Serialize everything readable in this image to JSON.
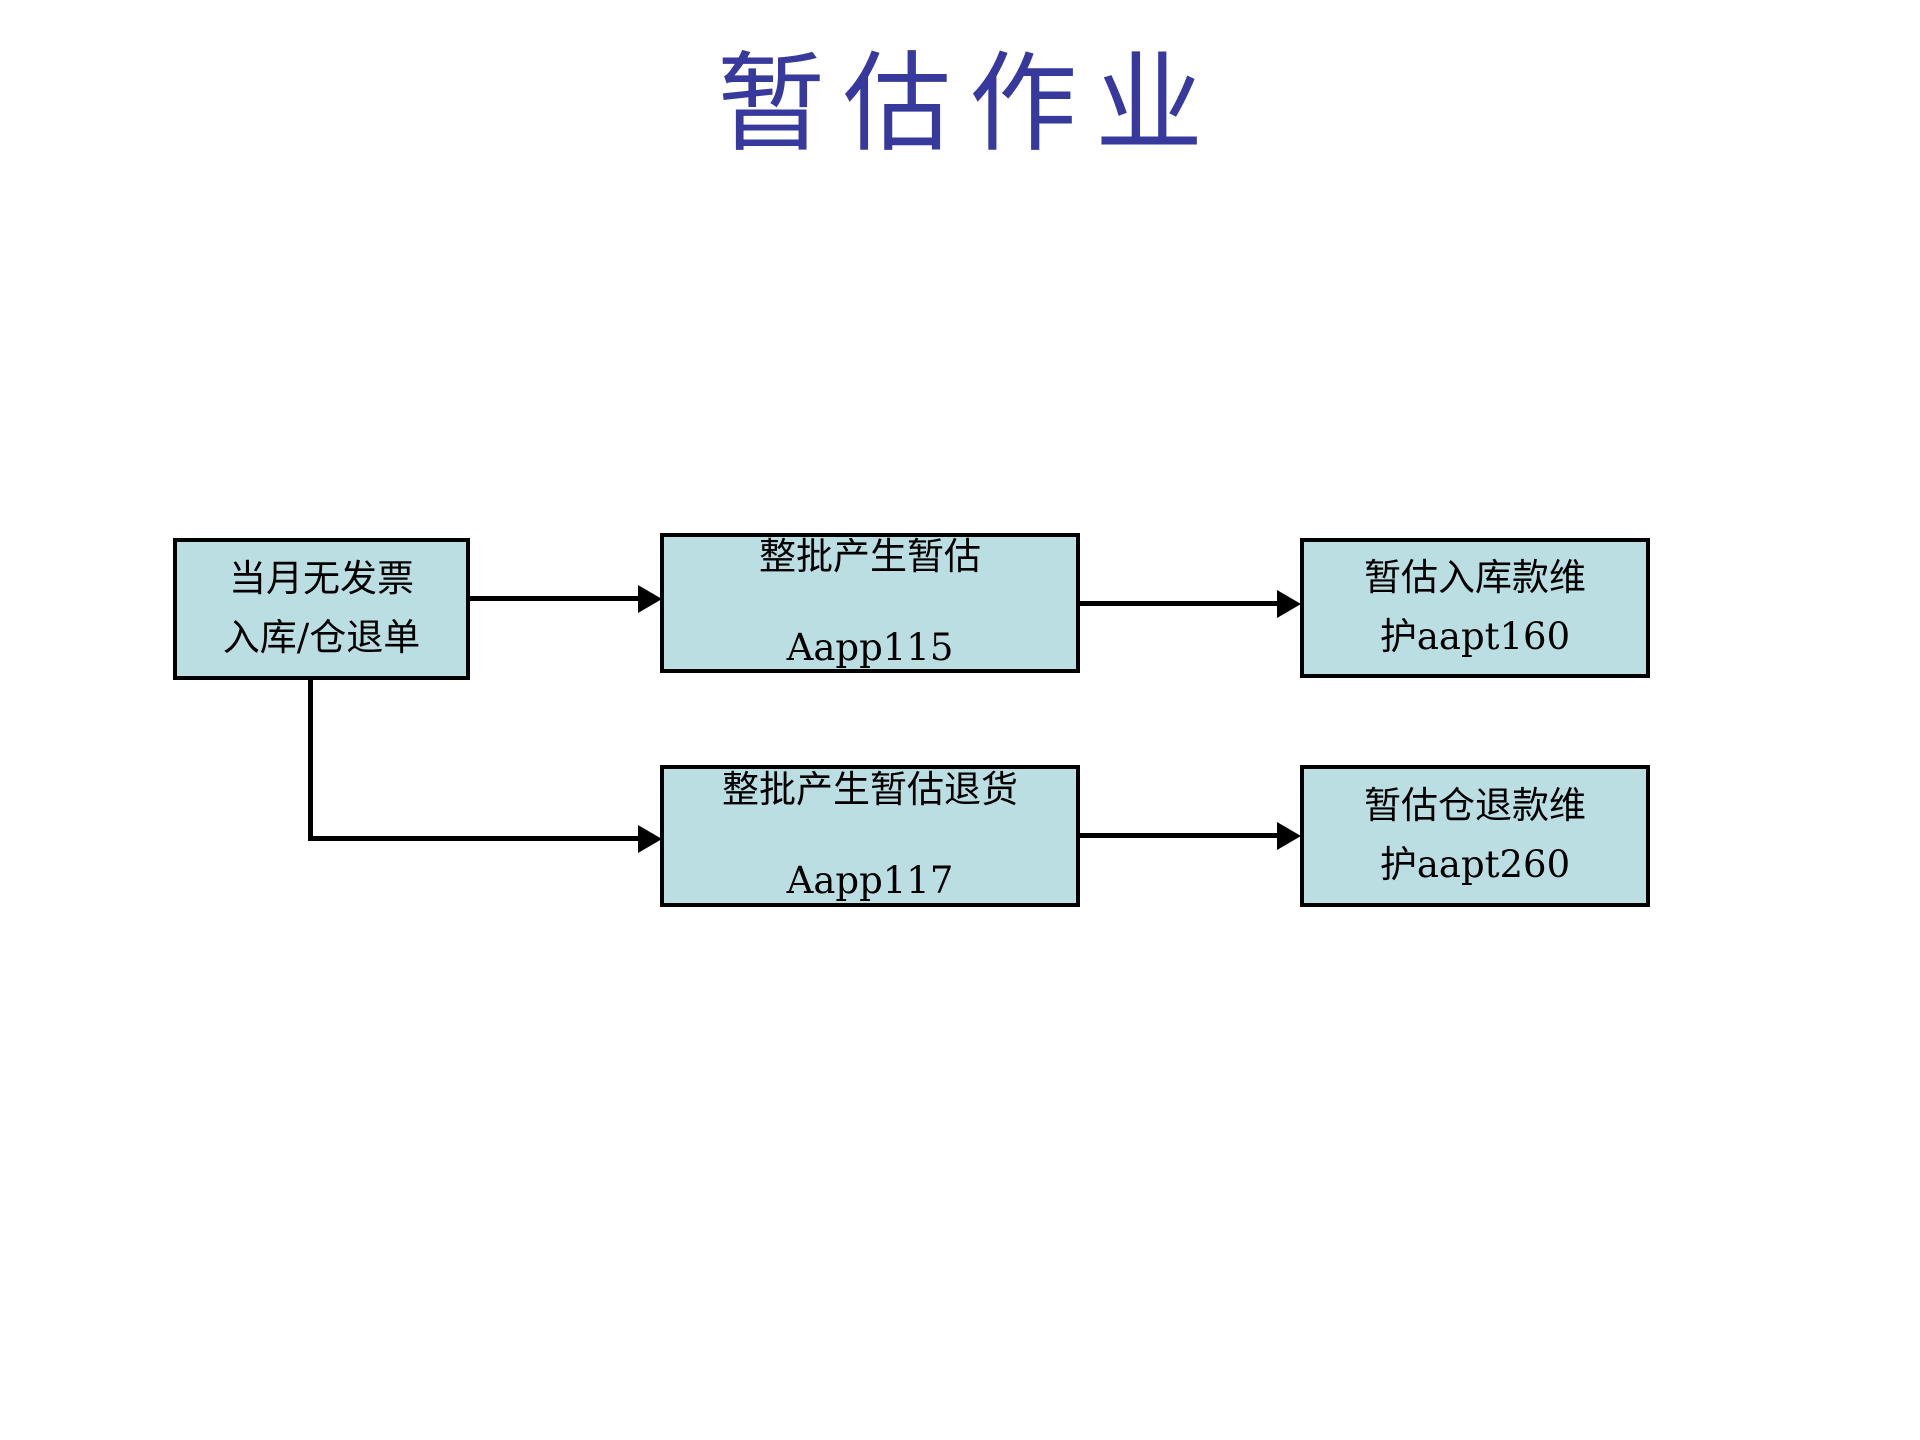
{
  "slide": {
    "title": "暂估作业",
    "title_color": "#373A9C",
    "background_color": "#FFFFFF"
  },
  "diagram": {
    "type": "flowchart",
    "node_fill_color": "#BBDEE3",
    "node_border_color": "#000000",
    "connector_color": "#000000",
    "nodes": [
      {
        "id": "source",
        "name": "source-document",
        "line1": "当月无发票",
        "line2": "入库/仓退单"
      },
      {
        "id": "batch-accrual",
        "name": "batch-generate-accrual",
        "line1": "整批产生暂估",
        "code": "Aapp115"
      },
      {
        "id": "accrual-in",
        "name": "accrual-inbound-payment-maintenance",
        "line1": "暂估入库款维",
        "line2": "护aapt160"
      },
      {
        "id": "batch-return",
        "name": "batch-generate-accrual-return",
        "line1": "整批产生暂估退货",
        "code": "Aapp117"
      },
      {
        "id": "accrual-return",
        "name": "accrual-warehouse-return-payment-maintenance",
        "line1": "暂估仓退款维",
        "line2": "护aapt260"
      }
    ],
    "edges": [
      {
        "from": "source",
        "to": "batch-accrual",
        "style": "straight-arrow"
      },
      {
        "from": "batch-accrual",
        "to": "accrual-in",
        "style": "straight-arrow"
      },
      {
        "from": "source",
        "to": "batch-return",
        "style": "elbow-down-right-arrow"
      },
      {
        "from": "batch-return",
        "to": "accrual-return",
        "style": "straight-arrow"
      }
    ]
  }
}
